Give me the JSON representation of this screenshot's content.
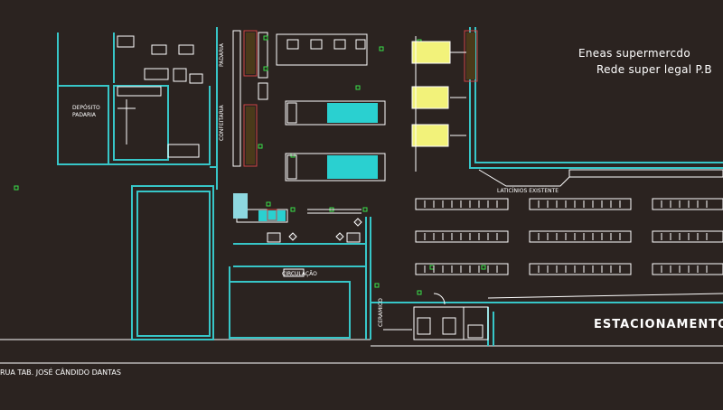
{
  "title": {
    "line1": "Eneas supermercdo",
    "line2": "Rede super legal P.B"
  },
  "labels": {
    "deposito_line1": "DEPÓSITO",
    "deposito_line2": "PADARIA",
    "padaria": "PADARIA",
    "confeitaria": "CONFEITARIA",
    "laticinios": "LATICÍNIOS EXISTENTE",
    "circulacao": "CIRCULAÇÃO",
    "estacionamento": "ESTACIONAMENTO",
    "rua": "RUA TAB. JOSÉ CÂNDIDO DANTAS",
    "ceramico": "CERAMICO"
  },
  "colors": {
    "background": "#2b2320",
    "wall": "#37c6c8",
    "line": "#ffffff",
    "shelf_fill": "#2ad0d0",
    "checkout": "#f2f27a",
    "plant": "#c44"
  }
}
